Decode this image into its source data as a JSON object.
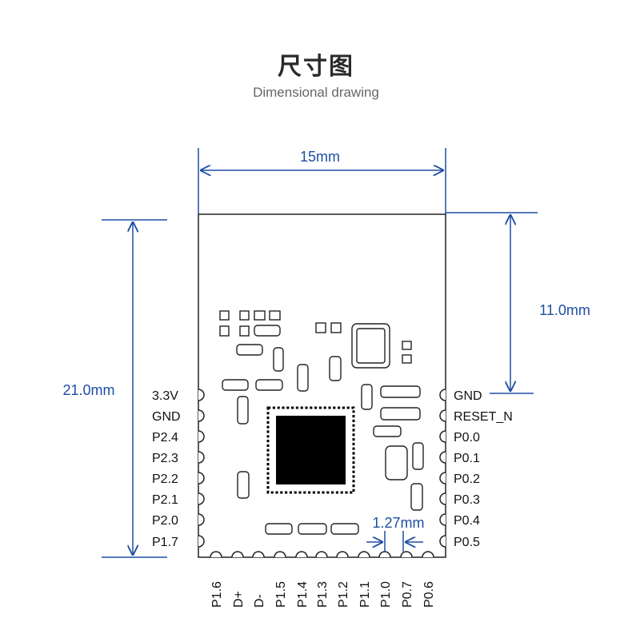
{
  "header": {
    "title": "尺寸图",
    "subtitle": "Dimensional drawing"
  },
  "colors": {
    "dimension": "#1e4fa3",
    "outline": "#222222",
    "chip": "#000000"
  },
  "dimensions": {
    "width": "15mm",
    "height": "21.0mm",
    "antenna_offset": "11.0mm",
    "pin_pitch": "1.27mm"
  },
  "pins": {
    "left": [
      "3.3V",
      "GND",
      "P2.4",
      "P2.3",
      "P2.2",
      "P2.1",
      "P2.0",
      "P1.7"
    ],
    "right": [
      "GND",
      "RESET_N",
      "P0.0",
      "P0.1",
      "P0.2",
      "P0.3",
      "P0.4",
      "P0.5"
    ],
    "bottom": [
      "P1.6",
      "D+",
      "D-",
      "P1.5",
      "P1.4",
      "P1.3",
      "P1.2",
      "P1.1",
      "P1.0",
      "P0.7",
      "P0.6"
    ]
  }
}
